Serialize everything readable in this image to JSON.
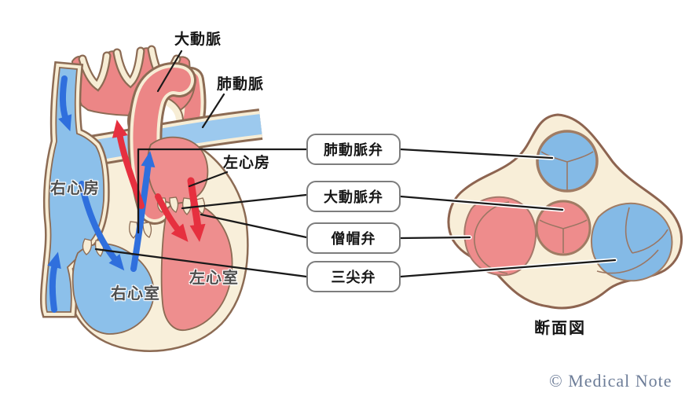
{
  "heart_labels": {
    "aorta": "大動脈",
    "pulmonary_artery": "肺動脈",
    "left_atrium": "左心房",
    "right_atrium": "右心房",
    "right_ventricle": "右心室",
    "left_ventricle": "左心室"
  },
  "valve_boxes": {
    "pulmonary": "肺動脈弁",
    "aortic": "大動脈弁",
    "mitral": "僧帽弁",
    "tricuspid": "三尖弁"
  },
  "cross_section": {
    "caption": "断面図"
  },
  "credit": "© Medical Note",
  "colors": {
    "artery_red": "#ec8686",
    "chamber_red": "#ee8e8e",
    "vein_blue": "#8cc0ea",
    "pulmonary_blue": "#9cc9ee",
    "wall_cream": "#f7edd5",
    "outline_brown": "#8c6b54",
    "arrow_red": "#e6303f",
    "arrow_blue": "#2f6fdd",
    "leader_black": "#1a1a1a",
    "box_border": "#7d7d7d",
    "credit_gray_blue": "#6d7d98"
  }
}
